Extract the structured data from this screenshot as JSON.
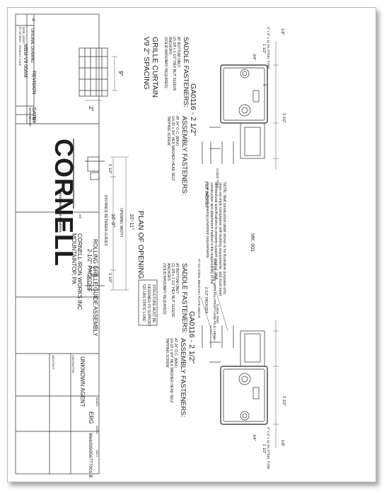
{
  "notes": {
    "general": [
      "NOTE: Wall construction detail shown is for illustrative purposes only;",
      "does not imply compliance with building requirements, and must meet",
      "architectural specifications to properly support product. Wall",
      "construction and attachment method is the responsibility of the",
      "local authority having jurisdiction requirements."
    ]
  },
  "mark": "MK. 001",
  "guide_sections": [
    {
      "id": "left",
      "title": "GA0116 - 2 1/2\"",
      "saddle_heading": "SADDLE FASTENERS:",
      "saddle_lines": [
        "AT BOTTOM ONLY:",
        "(2) 3/8 x 1 1/2\" HEX NUT SLEEVE",
        "ANCHORS",
        "(SOLID MASONRY REQUIRED)"
      ],
      "assembly_heading": "ASSEMBLY FASTENERS:",
      "assembly_lines": [
        "AT 24\" O.C. (MAX)",
        "1/4-20 x 3/4\" HEX WASHER HEAD SELF",
        "TAPPING SCREW"
      ],
      "dims": [
        "1/8\"",
        "1 1/2\"",
        "3/4\"",
        "5 1/2\"",
        "2 1/2\" PACKOFF"
      ],
      "labels": [
        "3\" x 3\" x 11 GA STEEL TUBE",
        "GUIDE TRIM"
      ]
    },
    {
      "id": "right",
      "title": "GA0116 - 2 1/2\"",
      "saddle_heading": "SADDLE FASTENERS:",
      "saddle_lines": [
        "AT BOTTOM ONLY:",
        "(2) 3/8 x 1 1/2\" HEX NUT SLEEVE",
        "ANCHORS",
        "(SOLID MASONRY REQUIRED)"
      ],
      "assembly_heading": "ASSEMBLY FASTENERS:",
      "assembly_lines": [
        "AT 24\" O.C. (MAX)",
        "1/4-20 x 3/4\" HEX WASHER HEAD SELF",
        "TAPPING SCREW"
      ],
      "dims": [
        "1/8\"",
        "1 1/2\"",
        "3/4\"",
        "5 1/2\"",
        "2 1/2\" PACKOFF"
      ],
      "labels": [
        "3\" x 3\" x 11 GA STEEL TUBE",
        "GUIDE TRIM",
        "GRILLE GUIDE WITH POLYPROPYLENE PILE LINING",
        "#7 GA STEEL BRACKET PLATE ABOVE"
      ],
      "structural_note": [
        "STRUCTURE MUST BE",
        "DESIGNED TO SUPPORT",
        "520 LBS STATIC LOAD"
      ]
    }
  ],
  "plan": {
    "title": "PLAN OF OPENING",
    "opening_width": "10'-11\"",
    "opening_label": "OPENING WIDTH",
    "between_guides": "10'-0\"",
    "between_label": "DISTANCE BETWEEN GUIDES",
    "side_dim": "5 1/2\""
  },
  "grille": {
    "title_line1": "GRILLE CURTAIN",
    "title_line2": "V9  2\" SPACING",
    "dim_a": "9\"",
    "dim_b": "2\""
  },
  "title_block": {
    "num_col": "#",
    "original": "ORIGINAL DRAWING",
    "revision_col": "REVISION",
    "date_col": "DATE",
    "by_col": "BY",
    "product_code_label": "PRODUCT CODE",
    "product_code": "MBM-V9 00AM",
    "product_date": "07-12-2016",
    "product_by": "GGR_LEGO",
    "rev_date": "08/29/16",
    "rev_by": "ZZ9059",
    "logo": "CORNELL",
    "logo_tag": "Innovative door solutions.",
    "drawing_title": [
      "ROLLING GRILLE GUIDE ASSEMBLY",
      "2-1/2\" PACKOFF"
    ],
    "job_label": "JOB",
    "company": [
      "CORNELL IRON WORKS INC",
      "MOUNTAINTOP, PA"
    ],
    "contractor_label": "CONTRACTOR",
    "contractor": "UNKNOWN AGENT",
    "model_label": "MODEL",
    "model": "",
    "agent_label": "AGENT",
    "agent": "ERG",
    "job_num_label": "JOB #",
    "job_num": "Web099956777001 B",
    "architect_label": "ARCHITECT"
  }
}
